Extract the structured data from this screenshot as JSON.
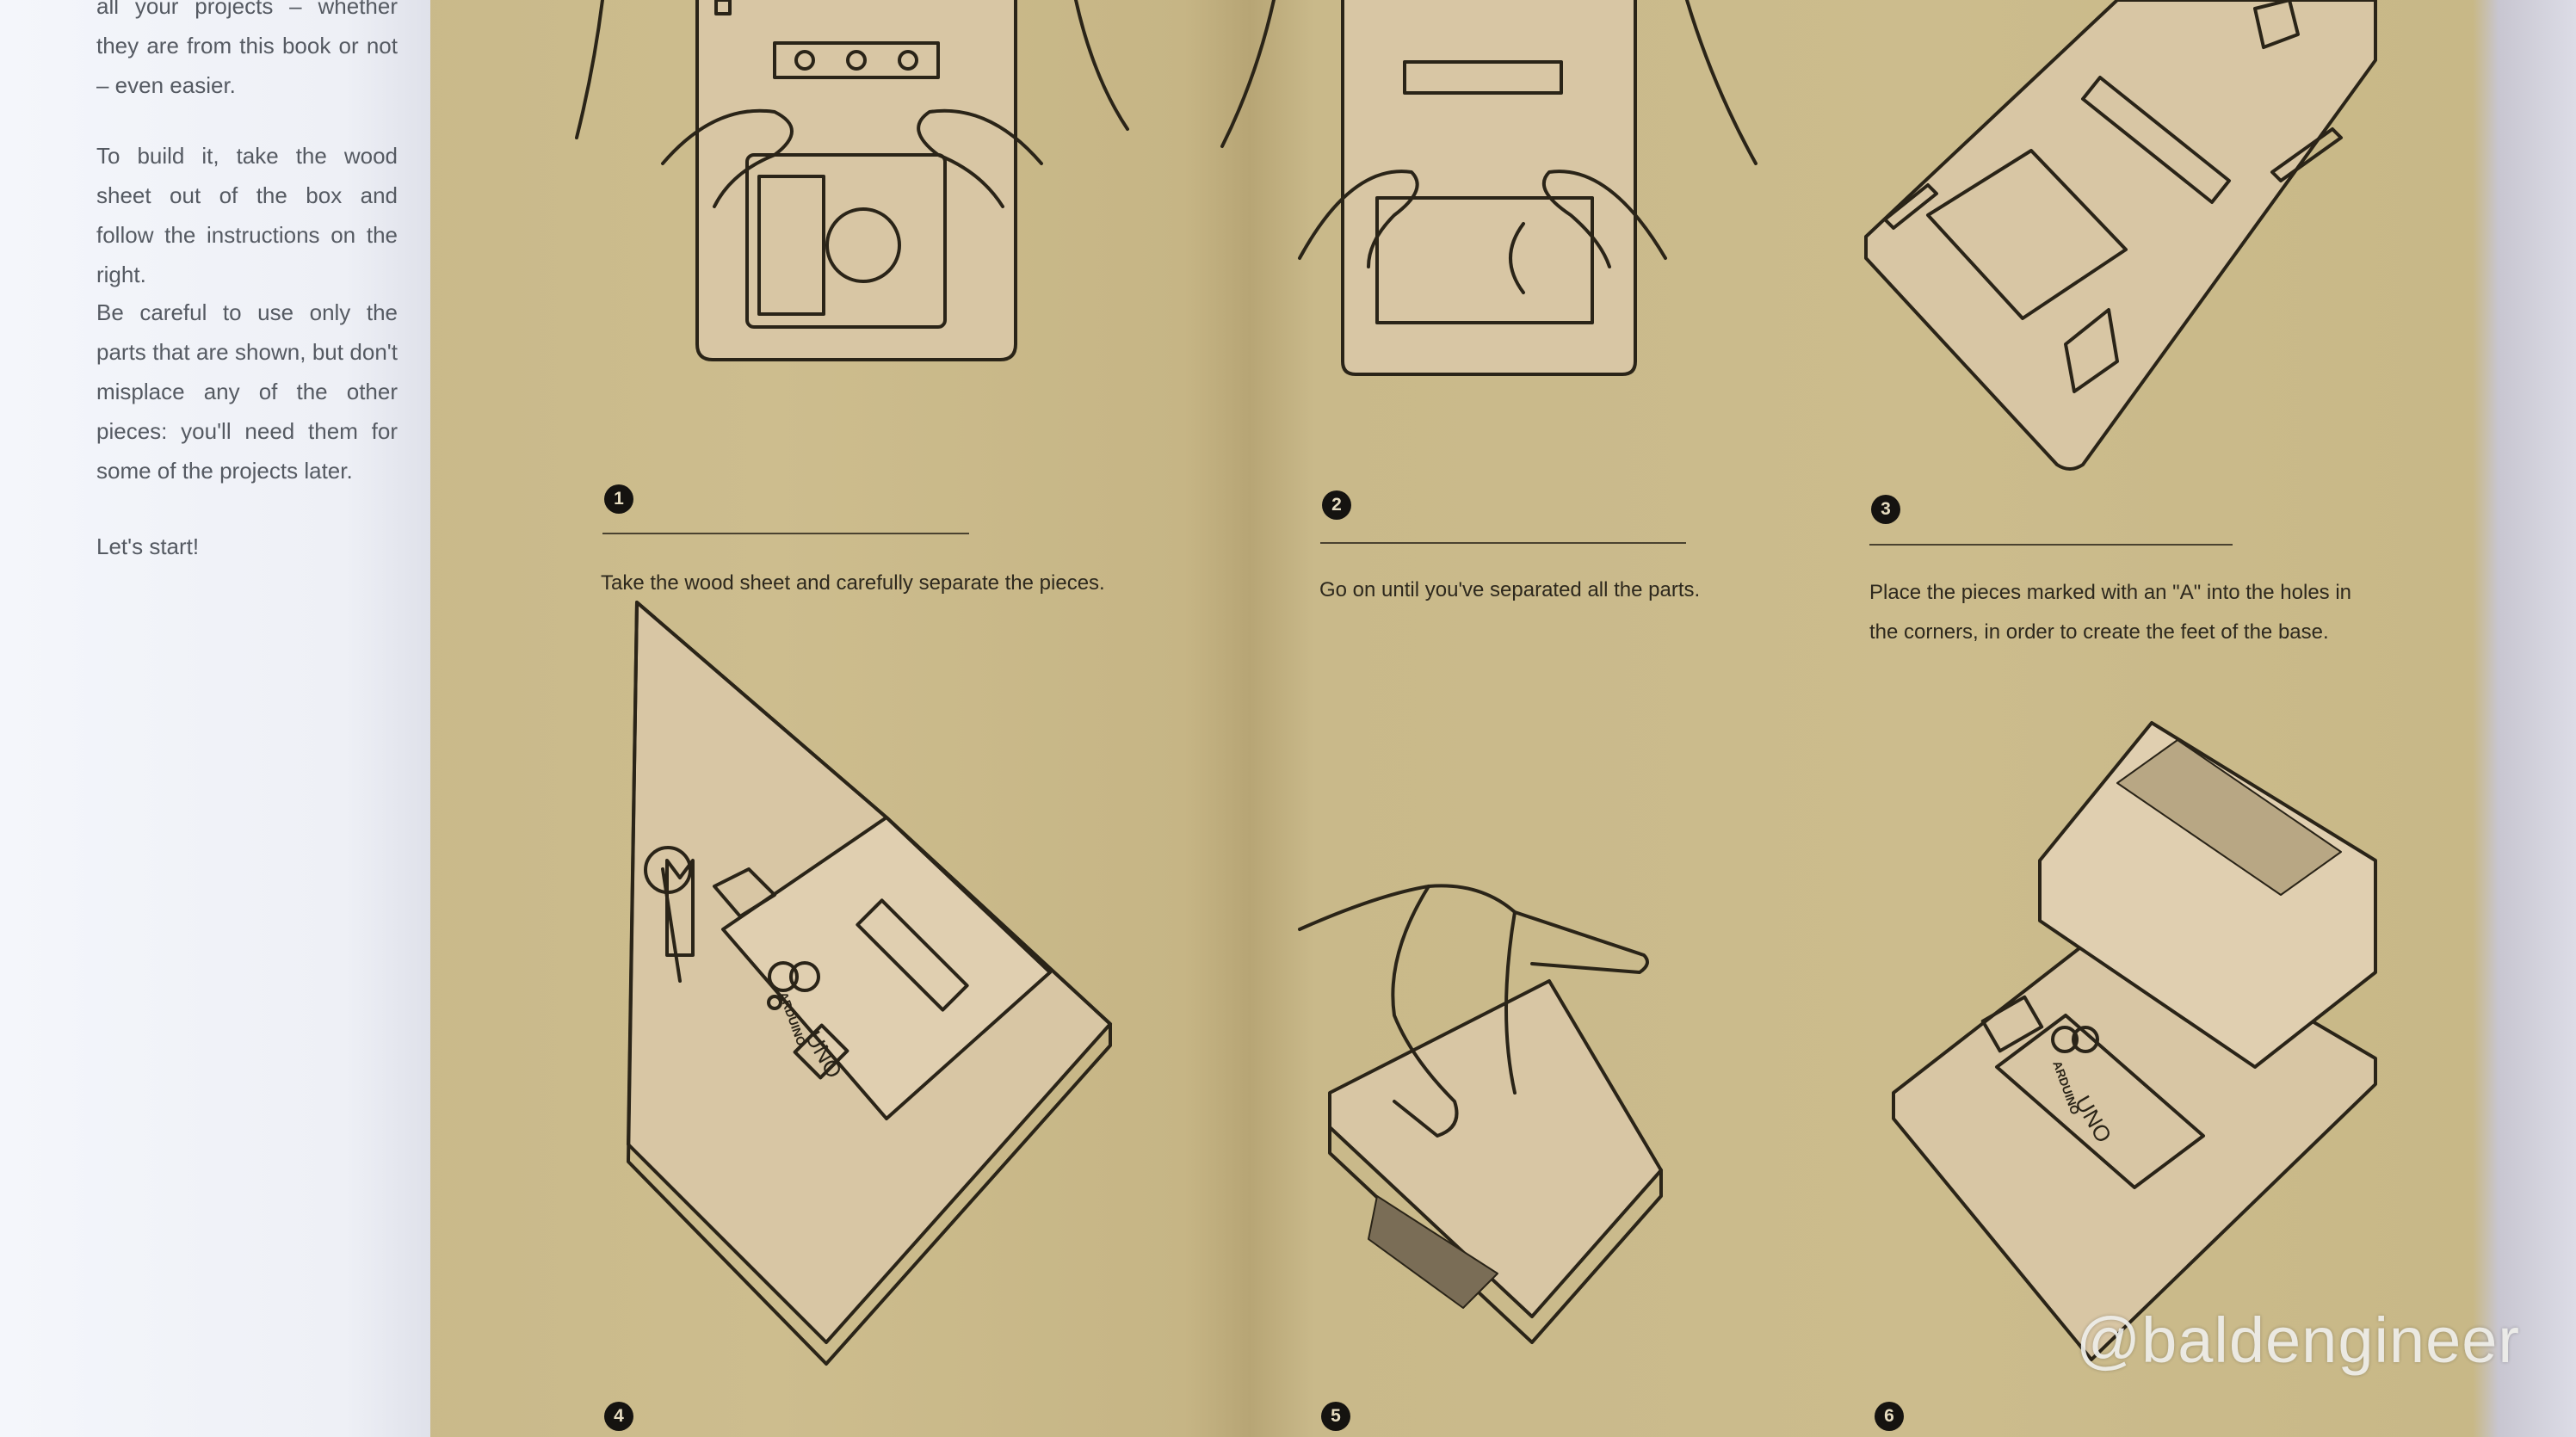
{
  "left_page": {
    "paragraphs": [
      "all your projects – whether they are from this book or not – even easier.",
      "To build it, take the wood sheet out of the box and follow the instructions on the right.",
      "Be careful to use only the parts that are shown, but don't misplace any of the other pieces: you'll need them for some of the projects later.",
      "Let's start!"
    ]
  },
  "steps": [
    {
      "number": "1",
      "text": "Take the wood sheet and carefully separate the pieces."
    },
    {
      "number": "2",
      "text": "Go on until you've separated all the parts."
    },
    {
      "number": "3",
      "text": "Place the pieces marked with an \"A\" into the holes in the corners, in order to create the feet of the base."
    },
    {
      "number": "4",
      "text": ""
    },
    {
      "number": "5",
      "text": ""
    },
    {
      "number": "6",
      "text": ""
    }
  ],
  "board_labels": {
    "brand": "ARDUINO",
    "model": "UNO"
  },
  "watermark": "@baldengineer",
  "colors": {
    "paper": "#c9b98a",
    "ink": "#2a2418",
    "wood": "#d8c6a4",
    "page_white": "#f2f4f9"
  }
}
